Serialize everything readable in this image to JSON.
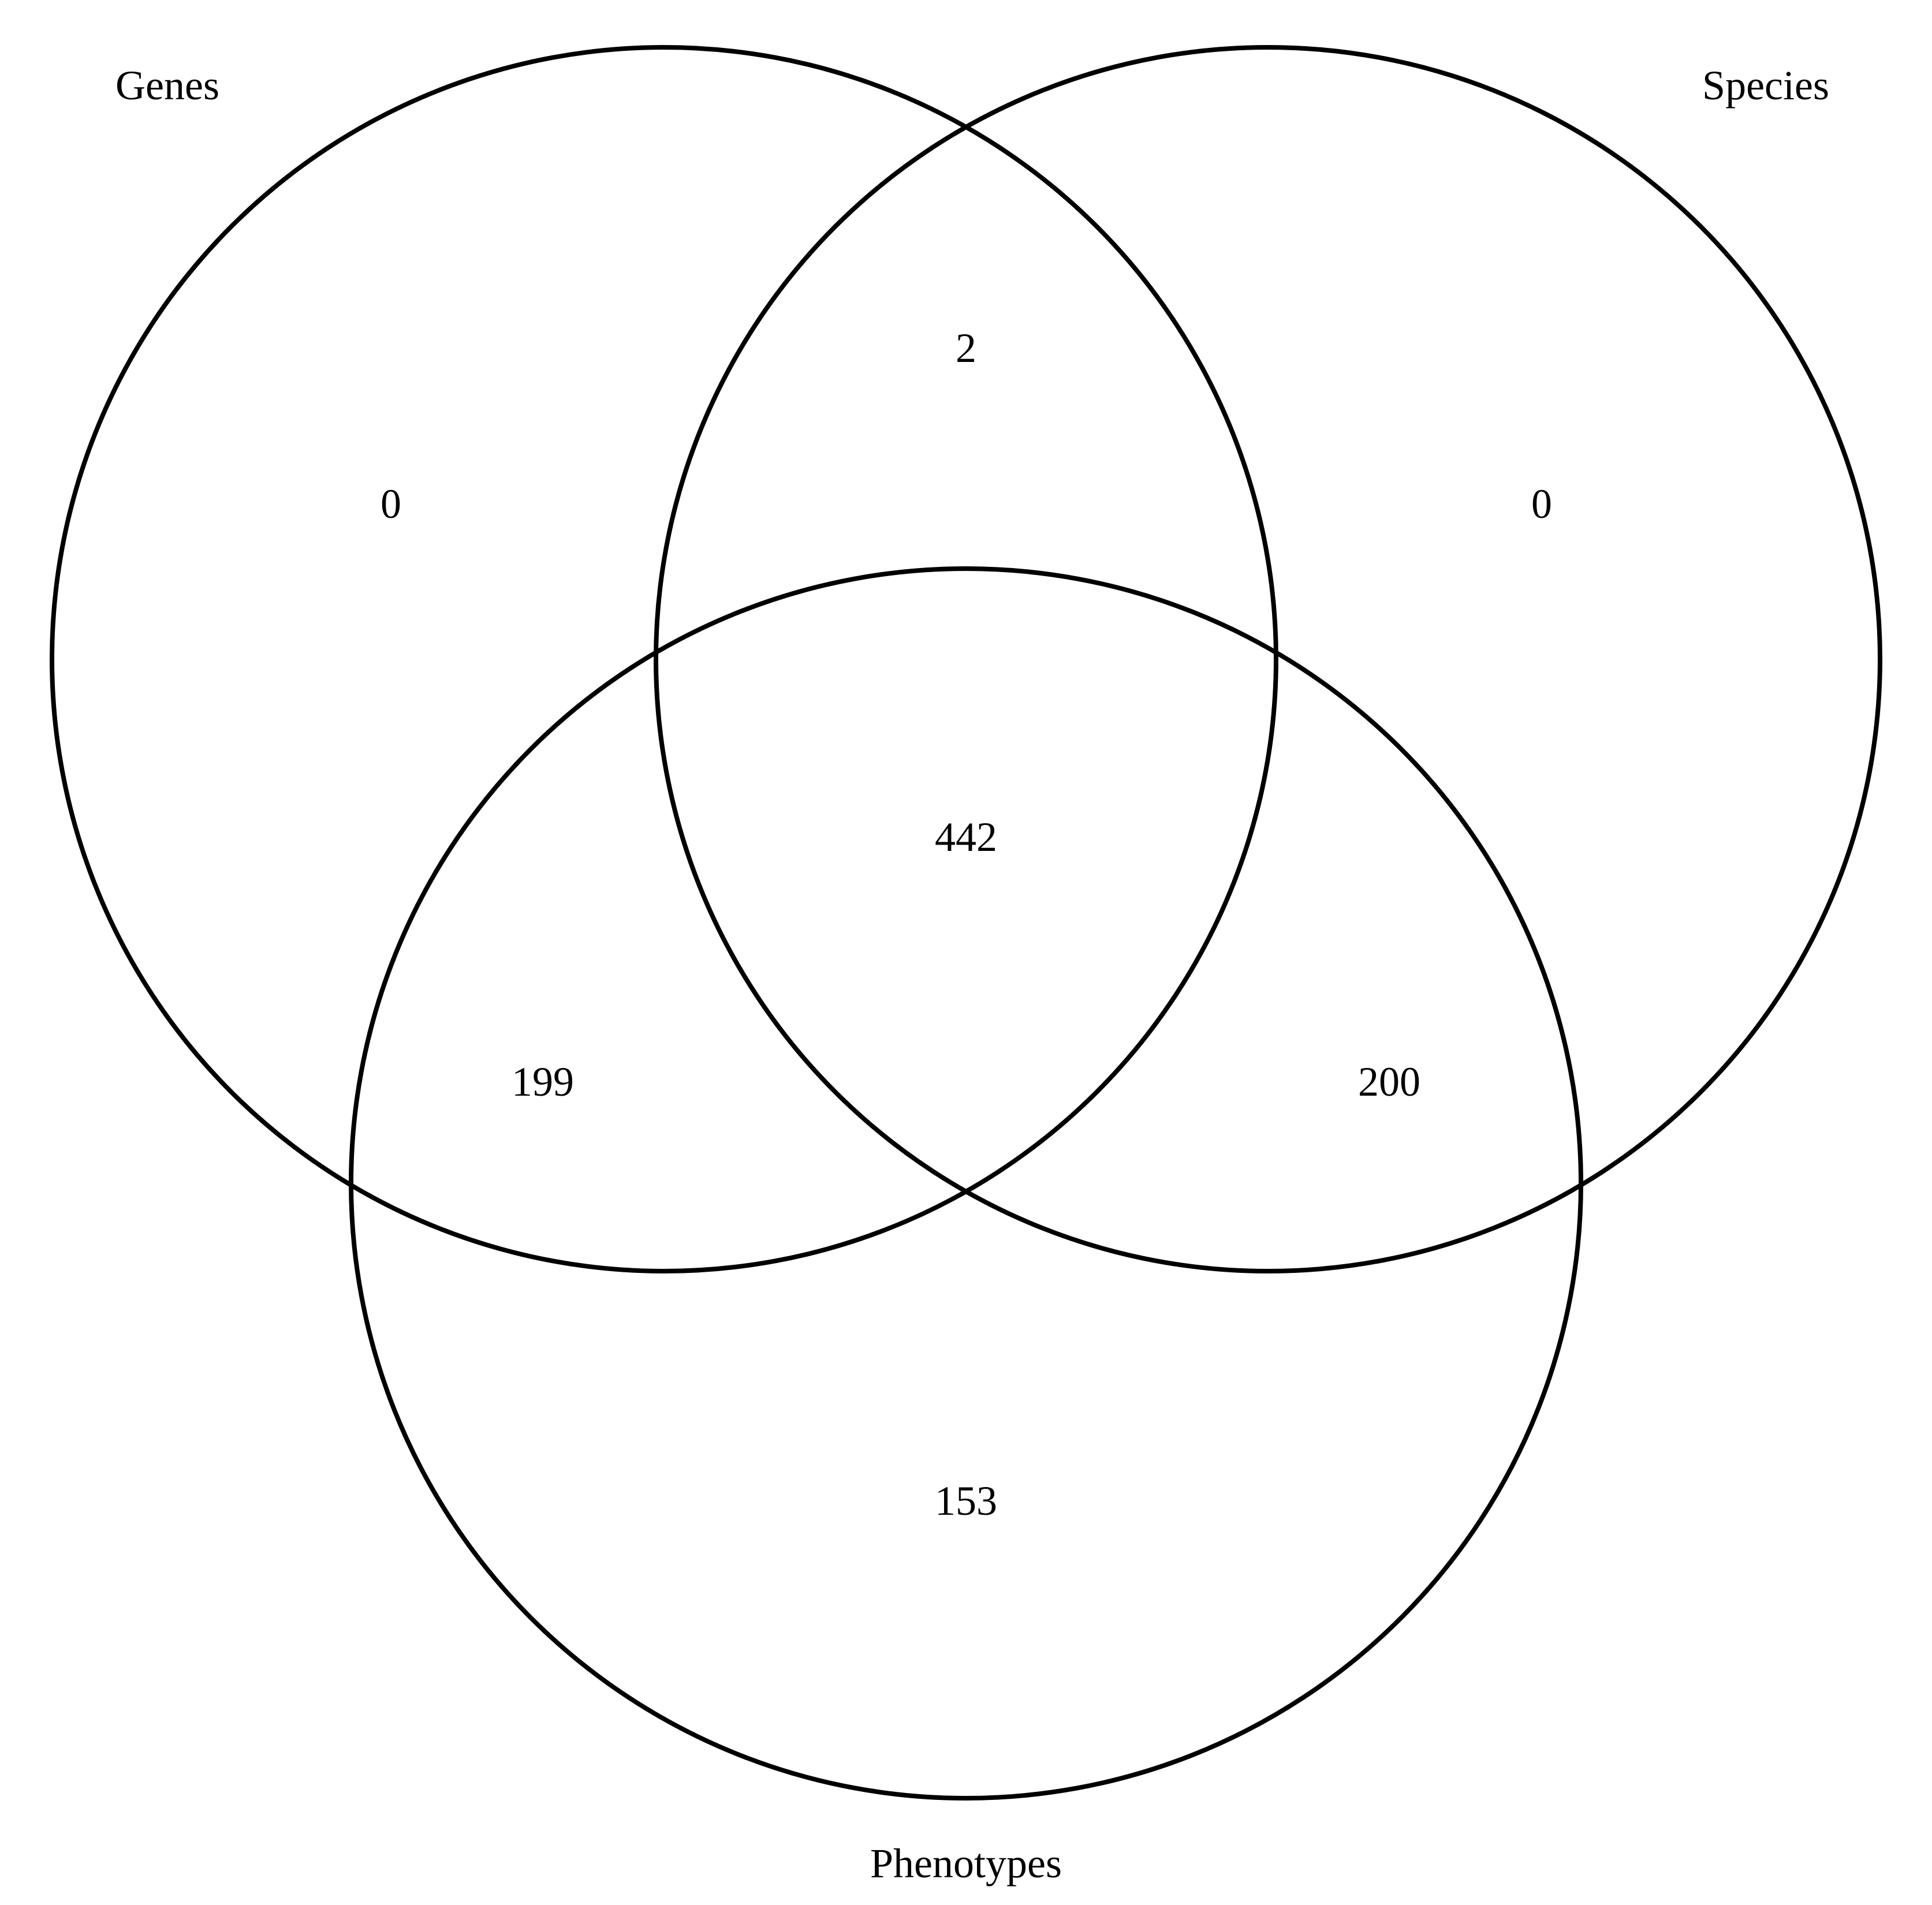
{
  "sets": {
    "a": "Genes",
    "b": "Species",
    "c": "Phenotypes"
  },
  "regions": {
    "a_only": "0",
    "b_only": "0",
    "a_b_only": "2",
    "a_b_c": "442",
    "a_c_only": "199",
    "b_c_only": "200",
    "c_only": "153"
  },
  "colors": {
    "outline": "#000000",
    "background": "#ffffff"
  }
}
